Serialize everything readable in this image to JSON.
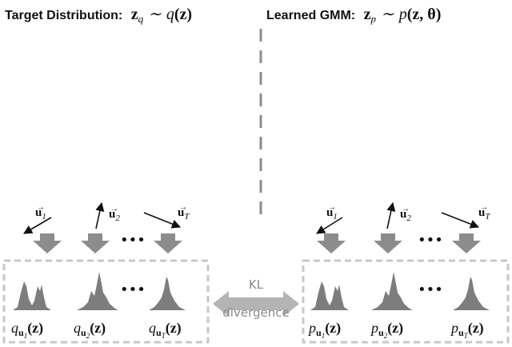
{
  "left_panel": {
    "title_text": "Target Distribution:",
    "title_math": {
      "var": "z",
      "sub": "q",
      "rel": "∼",
      "fn": "q",
      "args": "(z)"
    },
    "directions": [
      {
        "sym": "u",
        "sub": "1"
      },
      {
        "sym": "u",
        "sub": "2"
      },
      {
        "sym": "u",
        "sub": "T"
      }
    ],
    "ellipsis": "•••",
    "marginals": [
      {
        "fn": "q",
        "sym": "u",
        "sub": "1",
        "arg": "(z)"
      },
      {
        "fn": "q",
        "sym": "u",
        "sub": "2",
        "arg": "(z)"
      },
      {
        "fn": "q",
        "sym": "u",
        "sub": "T",
        "arg": "(z)"
      }
    ]
  },
  "right_panel": {
    "title_text": "Learned GMM:",
    "title_math": {
      "var": "z",
      "sub": "p",
      "rel": "∼",
      "fn": "p",
      "args": "(z, θ)"
    },
    "directions": [
      {
        "sym": "u",
        "sub": "1"
      },
      {
        "sym": "u",
        "sub": "2"
      },
      {
        "sym": "u",
        "sub": "T"
      }
    ],
    "ellipsis": "•••",
    "marginals": [
      {
        "fn": "p",
        "sym": "u",
        "sub": "1",
        "arg": "(z)"
      },
      {
        "fn": "p",
        "sym": "u",
        "sub": "2",
        "arg": "(z)"
      },
      {
        "fn": "p",
        "sym": "u",
        "sub": "T",
        "arg": "(z)"
      }
    ]
  },
  "kl": {
    "line1": "KL",
    "line2": "divergence"
  },
  "colors": {
    "box_border": "#c8c8c8",
    "down_arrow": "#8c8c8c",
    "histogram": "#7d7d7d",
    "kl_arrow": "#b4b4b4",
    "kl_text": "#8a8a8a"
  }
}
